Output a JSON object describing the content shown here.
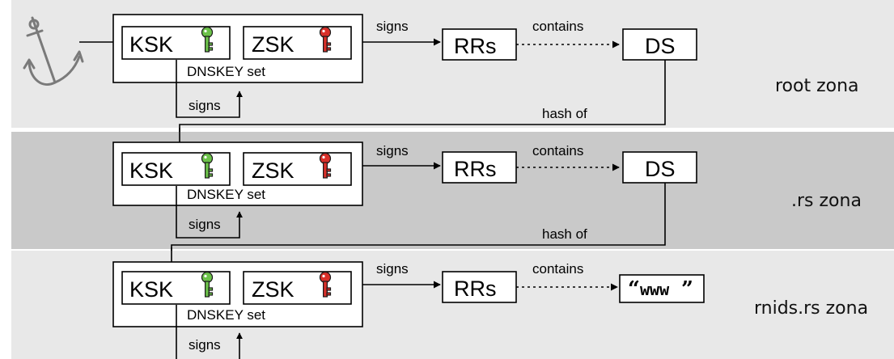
{
  "zones": [
    {
      "band_color": "#e8e8e8",
      "zone_label": "root zona",
      "ksk_label": "KSK",
      "zsk_label": "ZSK",
      "dnskey_set_label": "DNSKEY set",
      "self_signs_label": "signs",
      "signs_label": "signs",
      "rrs_label": "RRs",
      "contains_label": "contains",
      "target_label": "DS",
      "hash_label": "hash of"
    },
    {
      "band_color": "#c9c9c9",
      "zone_label": ".rs zona",
      "ksk_label": "KSK",
      "zsk_label": "ZSK",
      "dnskey_set_label": "DNSKEY set",
      "self_signs_label": "signs",
      "signs_label": "signs",
      "rrs_label": "RRs",
      "contains_label": "contains",
      "target_label": "DS",
      "hash_label": "hash of"
    },
    {
      "band_color": "#e8e8e8",
      "zone_label": "rnids.rs zona",
      "ksk_label": "KSK",
      "zsk_label": "ZSK",
      "dnskey_set_label": "DNSKEY set",
      "self_signs_label": "signs",
      "signs_label": "signs",
      "rrs_label": "RRs",
      "contains_label": "contains",
      "target_label": "www",
      "target_open_quote": "“",
      "target_close_quote": "”"
    }
  ],
  "icons": {
    "anchor": "anchor-icon",
    "ksk_key": "green-key-icon",
    "zsk_key": "red-key-icon"
  },
  "colors": {
    "ksk_key": "#6cc24a",
    "zsk_key": "#d9302a"
  }
}
